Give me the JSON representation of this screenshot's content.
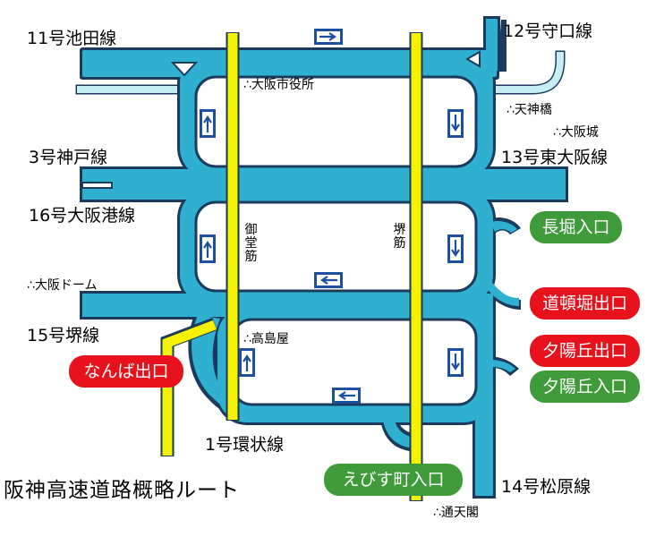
{
  "title": "阪神高速道路概略ルート",
  "routes": {
    "ikeda": "11号池田線",
    "moriguchi": "12号守口線",
    "kobe": "3号神戸線",
    "higashiosaka": "13号東大阪線",
    "osakako": "16号大阪港線",
    "sakai": "15号堺線",
    "kanjo": "1号環状線",
    "matsubara": "14号松原線"
  },
  "landmarks": {
    "city_hall": "∴大阪市役所",
    "tenjinbashi": "∴天神橋",
    "osaka_castle": "∴大阪城",
    "osaka_dome": "∴大阪ドーム",
    "takashimaya": "∴高島屋",
    "tsutenkaku": "∴通天閣"
  },
  "streets": {
    "midosuji": "御堂筋",
    "sakaisuji": "堺筋"
  },
  "ramps": {
    "nagahori_in": "長堀入口",
    "dotonbori_out": "道頓堀出口",
    "yuhigaoka_out": "夕陽丘出口",
    "yuhigaoka_in": "夕陽丘入口",
    "namba_out": "なんば出口",
    "ebisucho_in": "えびす町入口"
  },
  "colors": {
    "expressway": "#2fb0d0",
    "outline": "#1b3a5c",
    "street": "#f4f200",
    "river": "#c6ecf4",
    "entrance": "#3f9a3a",
    "exit": "#e8121c",
    "sign": "#1d4fa0"
  },
  "direction_signs": [
    "right-arrow",
    "up-arrow",
    "down-arrow",
    "left-arrow"
  ]
}
